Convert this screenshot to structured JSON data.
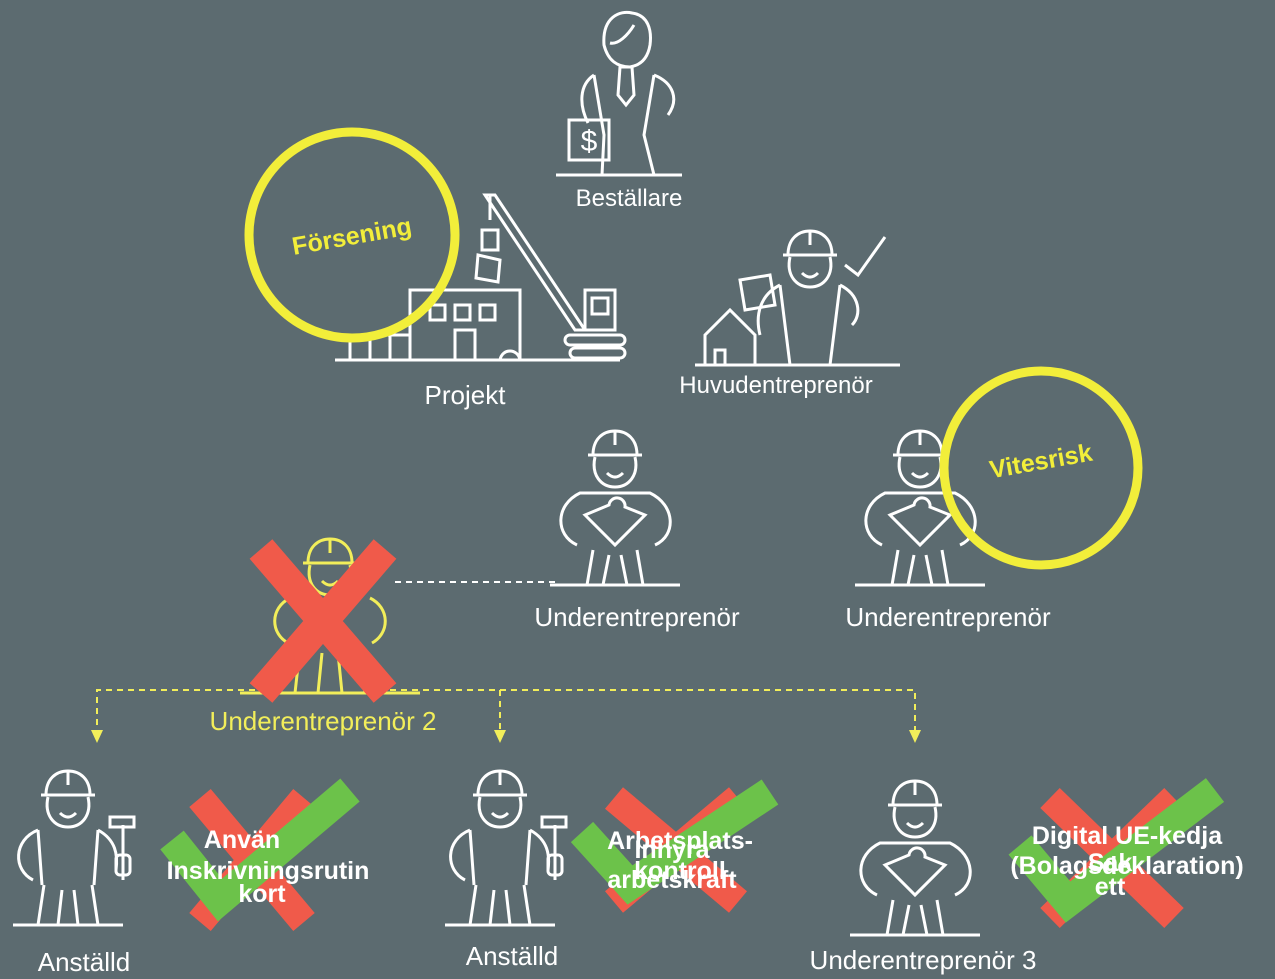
{
  "roles": {
    "bestallare": "Beställare",
    "projekt": "Projekt",
    "huvudentreprenor": "Huvudentreprenör",
    "ue_1": "Underentreprenör",
    "ue_2_top": "Underentreprenör",
    "ue_2": "Underentreprenör 2",
    "anstalld_1": "Anställd",
    "anstalld_2": "Anställd",
    "ue_3": "Underentreprenör 3"
  },
  "risks": {
    "forsening": "Försening",
    "vitesrisk": "Vitesrisk"
  },
  "problems": {
    "p1_line1": "Använ",
    "p1_line2": "kort",
    "p2_line1": "Inhyra",
    "p2_line2": "arbetskraft",
    "p3_line1": "Sak",
    "p3_line2": "ett"
  },
  "solutions": {
    "s1": "Inskrivningsrutin",
    "s2_line1": "Arbetsplats-",
    "s2_line2": "kontroll",
    "s3_line1": "Digital UE-kedja",
    "s3_line2": "(Bolagsdeklaration)"
  },
  "colors": {
    "background": "#5c6b70",
    "line": "#ffffff",
    "accent_yellow": "#f2ee3a",
    "cross_red": "#f05a4a",
    "check_green": "#6cc24a"
  },
  "icons": [
    "businesswoman-icon",
    "construction-site-icon",
    "worker-puzzle-icon",
    "worker-hammer-icon",
    "red-cross-icon",
    "green-check-icon"
  ]
}
